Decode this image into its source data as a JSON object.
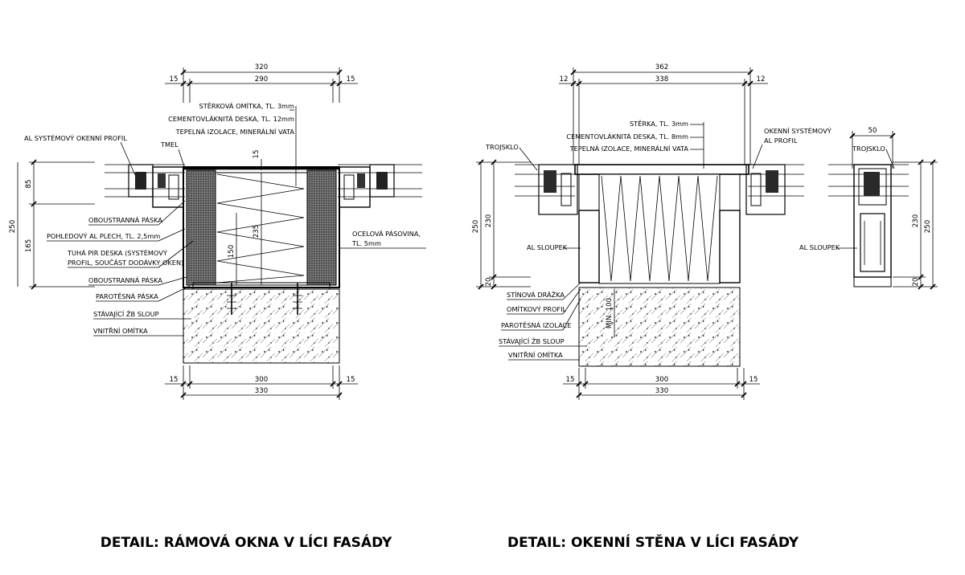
{
  "details": {
    "left": {
      "title": "DETAIL: RÁMOVÁ OKNA V LÍCI FASÁDY",
      "dims_top": {
        "total": "320",
        "inner": "290",
        "edge_left": "15",
        "edge_right": "15"
      },
      "dims_bottom": {
        "total": "330",
        "inner": "300",
        "edge_left": "15",
        "edge_right": "15"
      },
      "dims_left": {
        "total": "250",
        "upper": "85",
        "lower": "165"
      },
      "dims_inner": {
        "a": "15",
        "b": "235",
        "c": "150"
      },
      "labels": {
        "sterkova_omitka": "STĚRKOVÁ OMÍTKA, TL. 3mm",
        "cementovlaknita_deska": "CEMENTOVLÁKNITÁ DESKA, TL. 12mm",
        "tepelna_izolace": "TEPELNÁ IZOLACE, MINERÁLNÍ VATA",
        "al_profil": "AL SYSTÉMOVÝ OKENNÍ PROFIL",
        "tmel": "TMEL",
        "oboustranna_paska_1": "OBOUSTRANNÁ PÁSKA",
        "pohledovy_plech": "POHLEDOVÝ AL PLECH, TL. 2,5mm",
        "pir_deska_1": "TUHÁ PIR DESKA (SYSTÉMOVÝ",
        "pir_deska_2": "PROFIL, SOUČÁST DODÁVKY OKEN)",
        "oboustranna_paska_2": "OBOUSTRANNÁ PÁSKA",
        "parotesna_paska": "PAROTĚSNÁ PÁSKA",
        "stavajici_sloup": "STÁVAJÍCÍ ŽB SLOUP",
        "vnitrni_omitka": "VNITŘNÍ OMÍTKA",
        "ocelova_pasovina_1": "OCELOVÁ PÁSOVINA,",
        "ocelova_pasovina_2": "TL. 5mm"
      }
    },
    "right": {
      "title": "DETAIL: OKENNÍ STĚNA V LÍCI FASÁDY",
      "dims_top": {
        "total": "362",
        "inner": "338",
        "edge_left": "12",
        "edge_right": "12"
      },
      "dims_bottom": {
        "total": "330",
        "inner": "300",
        "edge_left": "15",
        "edge_right": "15"
      },
      "dims_left": {
        "total": "250",
        "upper": "230",
        "lower": "20"
      },
      "dims_inner": {
        "a": "MIN. 100"
      },
      "labels": {
        "sterka": "STĚRKA, TL. 3mm",
        "cementovlaknita_deska": "CEMENTOVLÁKNITÁ DESKA, TL. 8mm",
        "tepelna_izolace": "TEPELNÁ IZOLACE, MINERÁLNÍ VATA",
        "trojsklo": "TROJSKLO",
        "okenni_profil_1": "OKENNÍ SYSTÉMOVÝ",
        "okenni_profil_2": "AL PROFIL",
        "al_sloupek": "AL SLOUPEK",
        "stinova_drazka": "STÍNOVÁ DRÁŽKA",
        "omitkovy_profil": "OMÍTKOVÝ PROFIL",
        "parotesna_izolace": "PAROTĚSNÁ IZOLACE",
        "stavajici_sloup": "STÁVAJÍCÍ ŽB SLOUP",
        "vnitrni_omitka": "VNITŘNÍ OMÍTKA"
      }
    },
    "small": {
      "dim_top": "50",
      "dims_right": {
        "total": "250",
        "upper": "230",
        "lower": "20"
      },
      "labels": {
        "trojsklo": "TROJSKLO",
        "al_sloupek": "AL SLOUPEK"
      }
    }
  }
}
